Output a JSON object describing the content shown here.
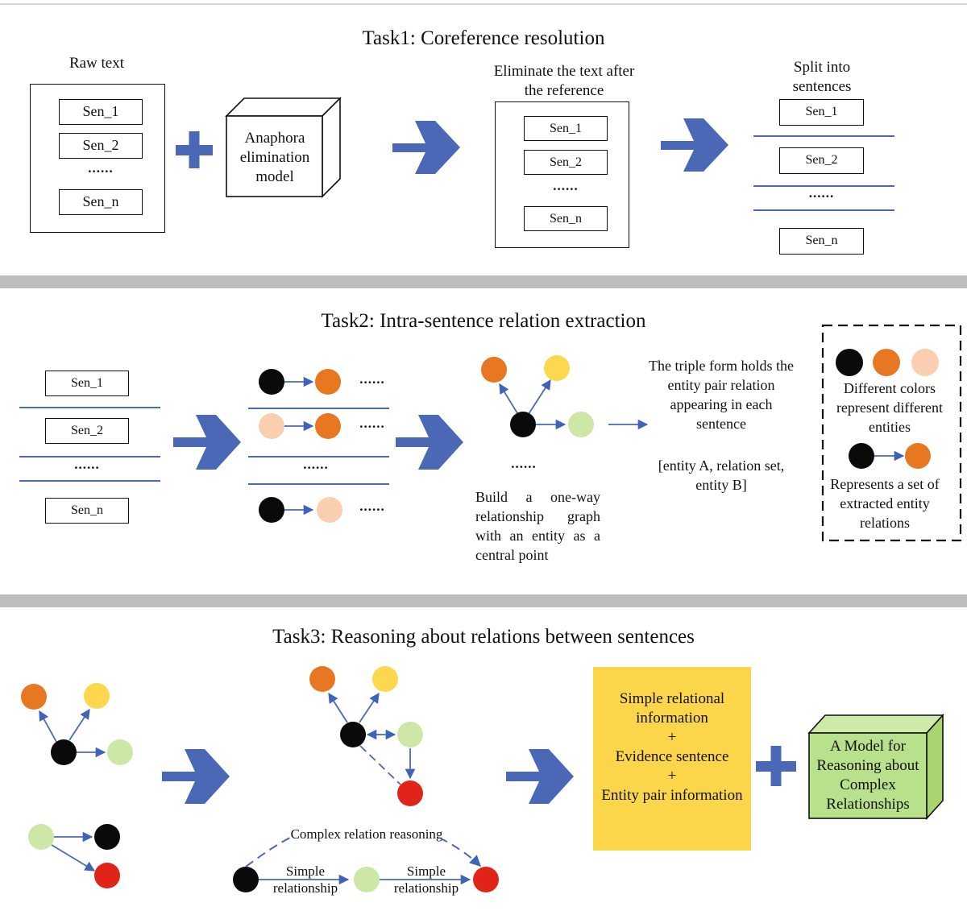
{
  "colors": {
    "black_node": "#0a0a0a",
    "orange_node": "#e87722",
    "yellow_node": "#fdd84e",
    "peach_node": "#f9cfb0",
    "green_node": "#cde8a6",
    "red_node": "#e02418",
    "arrow_blue": "#4a68b5",
    "separator_gray": "#bdbdbd",
    "yellow_box": "#fbd54a",
    "green_box": "#b9e08a"
  },
  "task1": {
    "title": "Task1: Coreference resolution",
    "raw_text_label": "Raw text",
    "sentences": [
      "Sen_1",
      "Sen_2",
      "Sen_n"
    ],
    "ellipsis": "......",
    "model_label": "Anaphora elimination model",
    "eliminate_label": "Eliminate the text after the reference",
    "split_label": "Split into sentences"
  },
  "task2": {
    "title": "Task2: Intra-sentence relation extraction",
    "sentences": [
      "Sen_1",
      "Sen_2",
      "Sen_n"
    ],
    "ellipsis": "......",
    "graph_caption": "Build a one-way relationship graph with an entity as a central point",
    "triple_text": "The triple form holds the entity pair relation appearing in each sentence",
    "triple_form": "[entity A, relation set, entity B]",
    "legend_colors_text": "Different colors represent different entities",
    "legend_relation_text": "Represents a set of extracted entity relations"
  },
  "task3": {
    "title": "Task3: Reasoning about relations between sentences",
    "complex_label": "Complex relation reasoning",
    "simple_label_1": "Simple relationship",
    "simple_label_2": "Simple relationship",
    "info_box": {
      "line1": "Simple relational information",
      "plus1": "+",
      "line2": "Evidence sentence",
      "plus2": "+",
      "line3": "Entity pair information"
    },
    "model_label": "A Model for Reasoning about Complex Relationships"
  }
}
